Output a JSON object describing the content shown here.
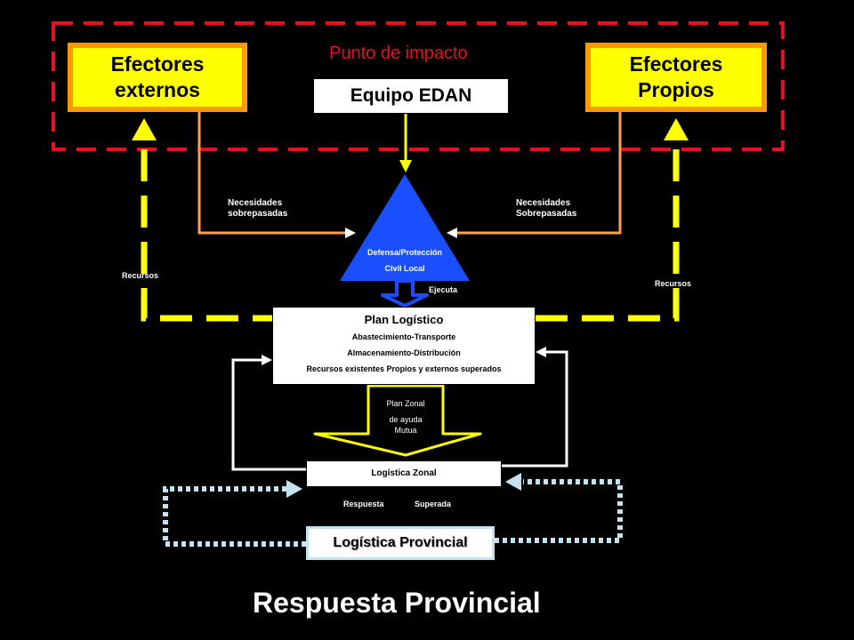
{
  "header": {
    "punto_impacto": "Punto de impacto"
  },
  "efectores_externos": {
    "line1": "Efectores",
    "line2": "externos"
  },
  "efectores_propios": {
    "line1": "Efectores",
    "line2": "Propios"
  },
  "equipo_edan": "Equipo EDAN",
  "triangle": {
    "line1": "Defensa/Protección",
    "line2": "Civil Local"
  },
  "labels": {
    "necesidades_left_1": "Necesidades",
    "necesidades_left_2": "sobrepasadas",
    "necesidades_right_1": "Necesidades",
    "necesidades_right_2": "Sobrepasadas",
    "recursos_left": "Recursos",
    "recursos_right": "Recursos",
    "ejecuta": "Ejecuta",
    "respuesta": "Respuesta",
    "superada": "Superada"
  },
  "plan_logistico": {
    "title": "Plan Logístico",
    "line1": "Abastecimiento-Transporte",
    "line2": "Almacenamiento-Distribución",
    "line3": "Recursos existentes Propios y externos superados"
  },
  "plan_zonal": {
    "line1": "Plan Zonal",
    "line2": "de ayuda",
    "line3": "Mutua"
  },
  "logistica_zonal": "Logística Zonal",
  "logistica_provincial": "Logística Provincial",
  "footer": {
    "title": "Respuesta Provincial"
  },
  "colors": {
    "yellow": "#ffff00",
    "orange": "#ff9900",
    "red_dash": "#e8101e",
    "blue": "#1a4fff",
    "light_blue": "#c5e3ef",
    "white": "#ffffff"
  }
}
